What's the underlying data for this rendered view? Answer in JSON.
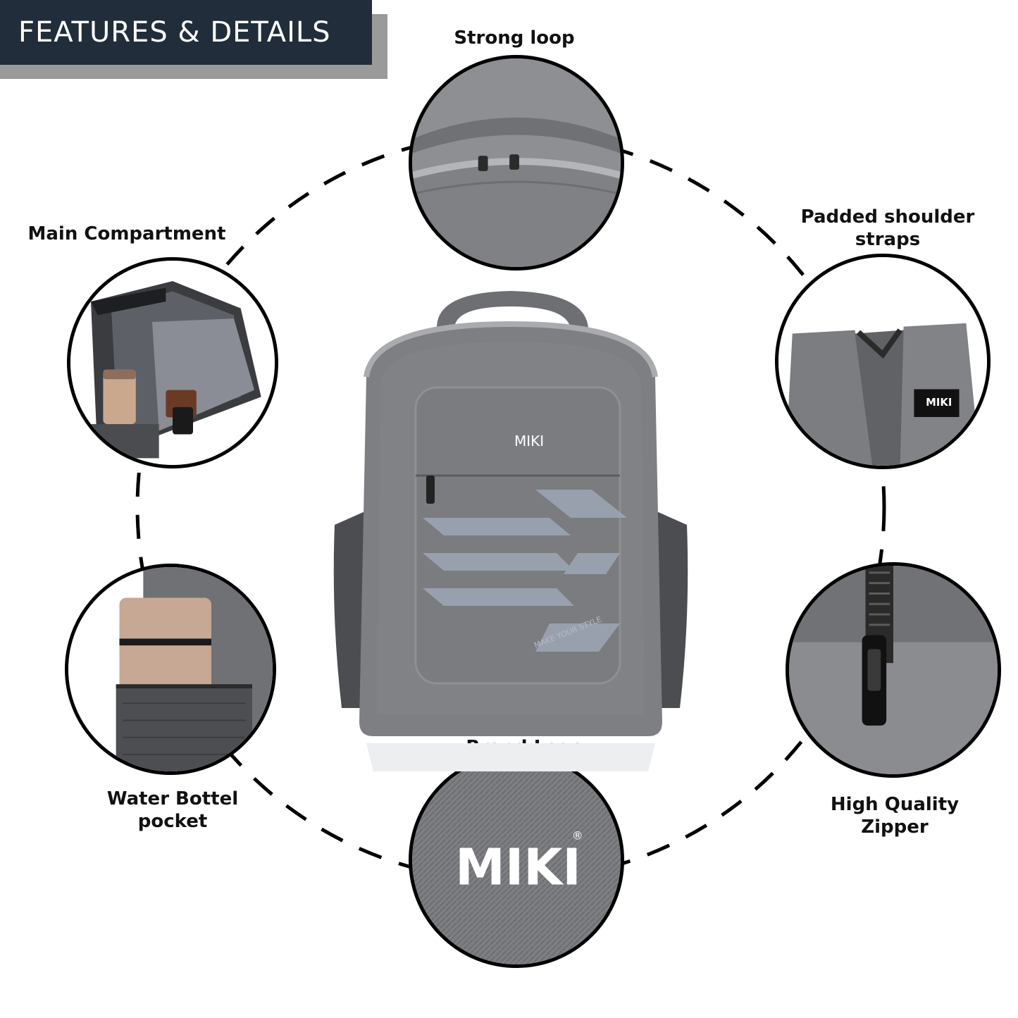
{
  "banner": {
    "title": "FEATURES & DETAILS"
  },
  "features": {
    "strong_loop": "Strong loop",
    "main_compartment": "Main Compartment",
    "padded_straps_line1": "Padded shoulder",
    "padded_straps_line2": "straps",
    "water_bottle_line1": "Water Bottel",
    "water_bottle_line2": "pocket",
    "zipper_line1": "High Quality",
    "zipper_line2": "Zipper",
    "brand_logo": "Brand Logo"
  },
  "product": {
    "brand": "MIKI",
    "tagline": "MAKE YOUR STYLE"
  },
  "colors": {
    "banner_bg": "#222d3b",
    "bag_gray": "#7d7f83",
    "trim": "#a9abae"
  }
}
